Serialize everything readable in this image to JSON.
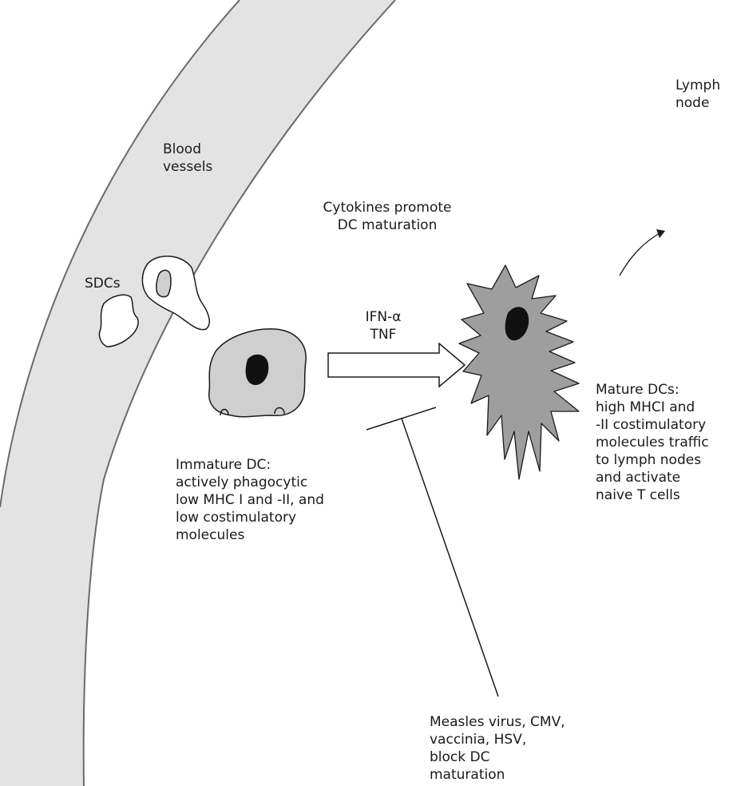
{
  "colors": {
    "vessel_fill": "#e3e3e3",
    "vessel_stroke": "#6a6a6a",
    "cell_fill": "#cfcfcf",
    "mature_fill": "#9e9e9e",
    "nucleus": "#111111",
    "line": "#1a1a1a"
  },
  "labels": {
    "lymph_node": [
      "Lymph",
      "node"
    ],
    "blood_vessels": [
      "Blood",
      "vessels"
    ],
    "cytokines": [
      "Cytokines promote",
      "DC maturation"
    ],
    "sdcs": "SDCs",
    "stimuli": [
      "IFN-α",
      "TNF"
    ],
    "immature_dc": [
      "Immature DC:",
      "actively phagocytic",
      "low MHC I and -II, and",
      "low costimulatory",
      "molecules"
    ],
    "mature_dcs": [
      "Mature DCs:",
      "high MHCI and",
      "-II costimulatory",
      "molecules traffic",
      "to lymph nodes",
      "and activate",
      "naive T cells"
    ],
    "inhibitors": [
      "Measles virus, CMV,",
      "vaccinia, HSV,",
      "block DC",
      "maturation"
    ]
  }
}
